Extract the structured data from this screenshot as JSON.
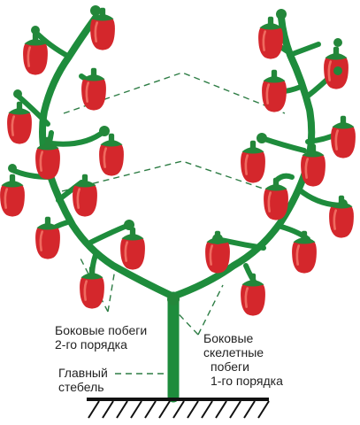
{
  "labels": {
    "secondary_shoots": [
      "Боковые побеги",
      "2-го порядка"
    ],
    "main_stem": [
      "Главный",
      "стебель"
    ],
    "skeletal_shoots": [
      "Боковые",
      "скелетные",
      "побеги",
      "1-го порядка"
    ]
  },
  "colors": {
    "stem": "#1e8c3c",
    "pepper": "#d4272c",
    "pepper_highlight": "#ef6a5f",
    "calyx": "#23873a",
    "guide_line": "#2e7d45",
    "ground": "#111111"
  }
}
